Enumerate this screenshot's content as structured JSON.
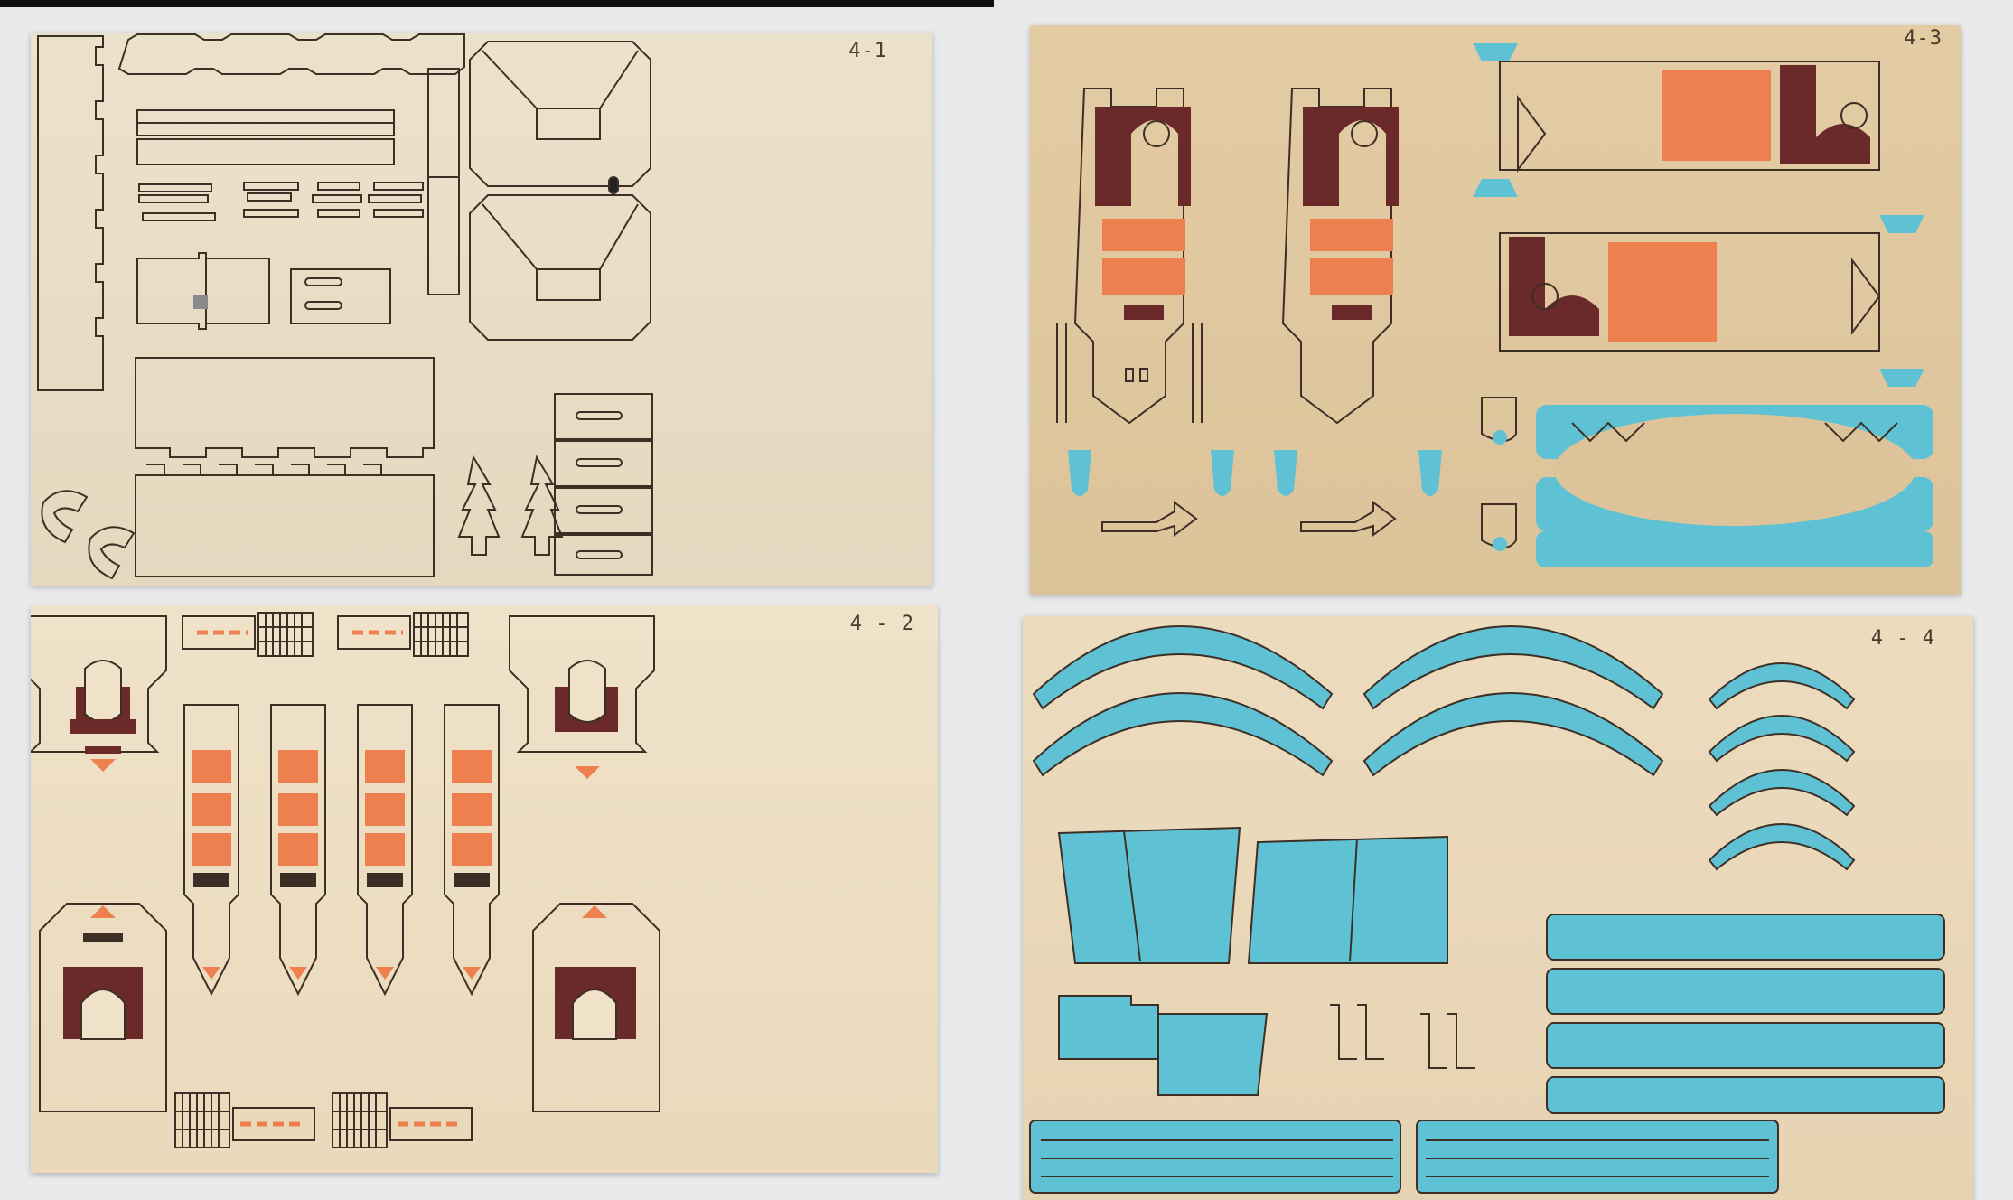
{
  "image": {
    "kind": "photo of laser-cut plywood puzzle sheets",
    "colors": {
      "wood_light": "#ece1cb",
      "wood_dark": "#dcc39a",
      "cut_line": "#3d2f25",
      "engrave_brown": "#6b2a2a",
      "engrave_orange": "#ee8050",
      "paint_blue": "#5fc2d4"
    }
  },
  "sheets": [
    {
      "label": "4-1"
    },
    {
      "label": "4 - 2"
    },
    {
      "label": "4-3"
    },
    {
      "label": "4 - 4"
    }
  ]
}
